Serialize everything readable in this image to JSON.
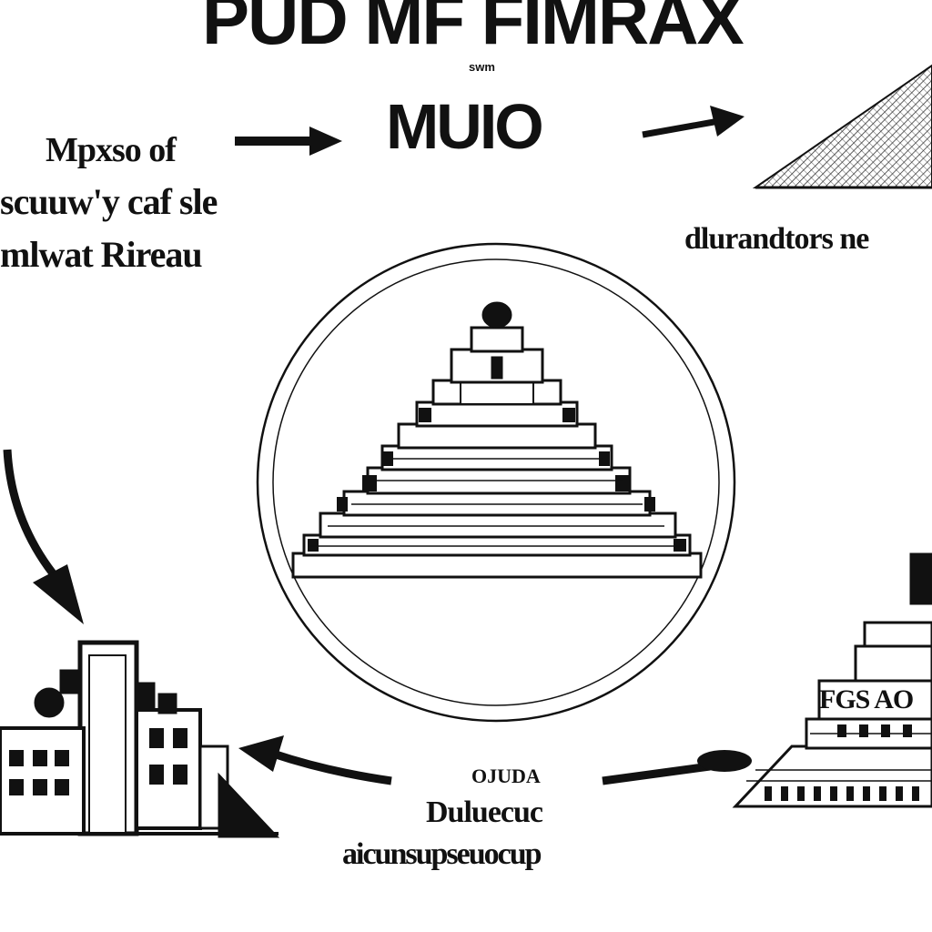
{
  "title": "PUD MF FIMRAX",
  "subtitle": "swm",
  "center_label": "MUIO",
  "left_text": [
    "Mpxso of",
    "scuuw'y caf sle",
    "mlwat Rireau"
  ],
  "right_label": "dlurandtors ne",
  "bottom_text": [
    "OJUDA",
    "Duluecuc",
    "aicunsupseuocup"
  ],
  "bottom_right_sign": "FGS AO"
}
